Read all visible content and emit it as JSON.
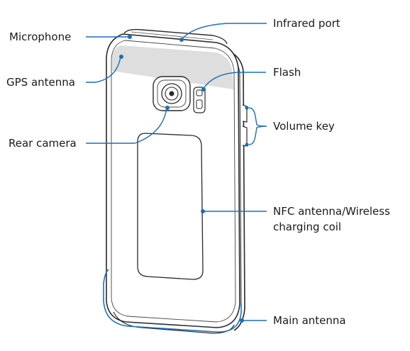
{
  "labels": {
    "microphone": "Microphone",
    "gps_antenna": "GPS antenna",
    "rear_camera": "Rear camera",
    "infrared_port": "Infrared port",
    "flash": "Flash",
    "volume_key": "Volume key",
    "nfc_antenna_line1": "NFC antenna/Wireless",
    "nfc_antenna_line2": "charging coil",
    "main_antenna": "Main antenna"
  },
  "colors": {
    "callout": "#1d6fb8",
    "outline": "#2a2a2a",
    "band": "#dedede"
  }
}
